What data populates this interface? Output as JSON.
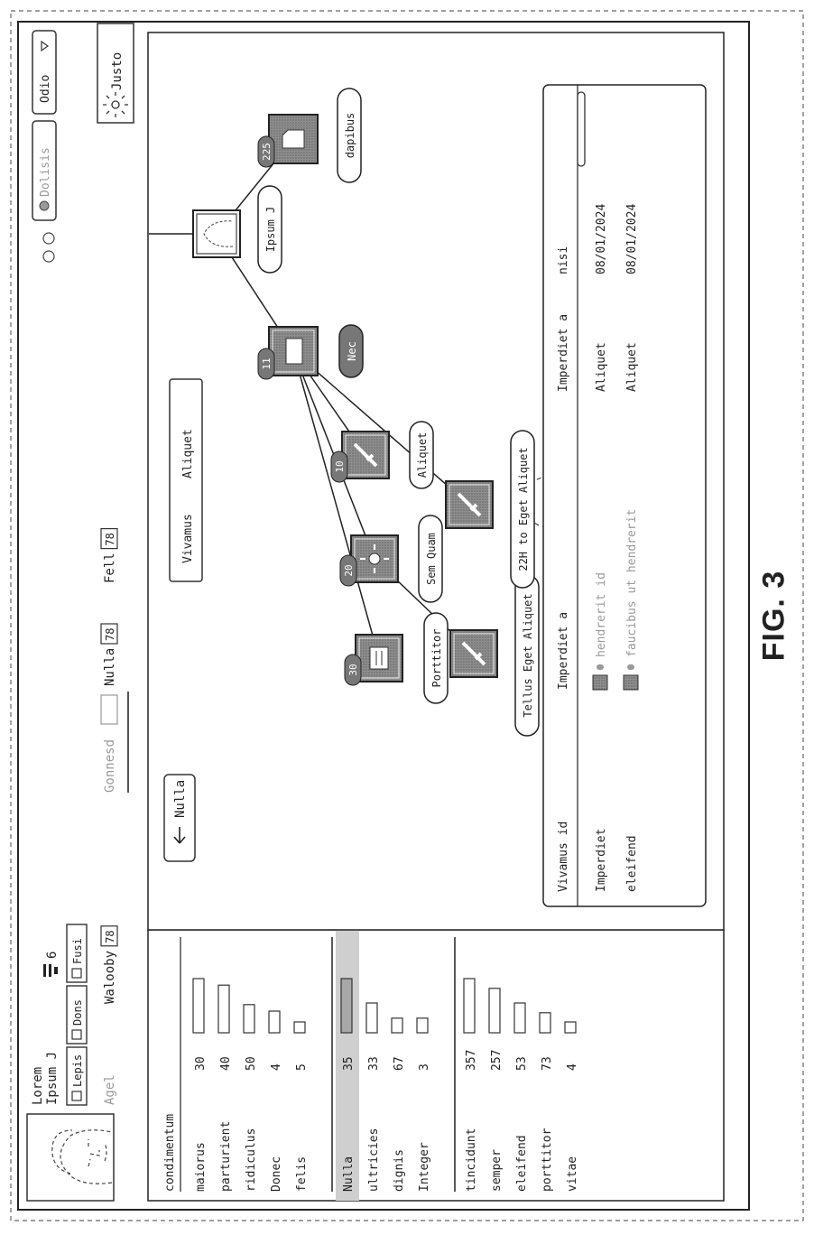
{
  "figure_label": "FIG. 3",
  "header": {
    "user_name_line1": "Lorem",
    "user_name_line2": "Ipsum J",
    "user_count": "6",
    "tabs": [
      "Agel",
      "Walooby 78",
      "Gonnesd",
      "Nulla 78",
      "Fell 78"
    ],
    "filters": [
      "Lepis",
      "Dons",
      "Fusi"
    ],
    "gear_label": "Dolisis",
    "select_label": "Odio"
  },
  "sidebar": {
    "title": "condimentum",
    "groups": [
      {
        "items": [
          {
            "label": "maiorus",
            "value": "30",
            "fraction": 1.0
          },
          {
            "label": "parturient",
            "value": "40",
            "fraction": 0.88
          },
          {
            "label": "ridiculus",
            "value": "50",
            "fraction": 0.52
          },
          {
            "label": "Donec",
            "value": "4",
            "fraction": 0.4
          },
          {
            "label": "felis",
            "value": "5",
            "fraction": 0.2
          }
        ]
      },
      {
        "items": [
          {
            "label": "Nulla",
            "value": "35",
            "fraction": 1.0,
            "selected": true
          },
          {
            "label": "ultricies",
            "value": "33",
            "fraction": 0.55
          },
          {
            "label": "dignis",
            "value": "67",
            "fraction": 0.27
          },
          {
            "label": "Integer",
            "value": "3",
            "fraction": 0.27
          }
        ]
      },
      {
        "items": [
          {
            "label": "tincidunt",
            "value": "357",
            "fraction": 1.0
          },
          {
            "label": "semper",
            "value": "257",
            "fraction": 0.82
          },
          {
            "label": "eleifend",
            "value": "53",
            "fraction": 0.55
          },
          {
            "label": "porttitor",
            "value": "73",
            "fraction": 0.37
          },
          {
            "label": "vitae",
            "value": "4",
            "fraction": 0.2
          }
        ]
      }
    ]
  },
  "main": {
    "back_label": "Nulla",
    "dropdown_label": "Vivamus",
    "dropdown_value": "Aliquet",
    "light_tab_label": "Justo",
    "graph_nodes": [
      {
        "id": "root",
        "label": "Ipsum J",
        "kind": "face"
      },
      {
        "id": "doc",
        "label": "dapibus",
        "badge": "225",
        "kind": "document"
      },
      {
        "id": "hub",
        "label": "Nec",
        "badge": "11",
        "kind": "folder"
      },
      {
        "id": "n10",
        "label": "Aliquet",
        "badge": "10",
        "kind": "syringe"
      },
      {
        "id": "sun",
        "label": "Sem Quam",
        "badge": "20",
        "kind": "sun"
      },
      {
        "id": "n30",
        "label": "Porttitor",
        "badge": "30",
        "kind": "device"
      },
      {
        "id": "s1",
        "label": "Tellus Eget Aliquet",
        "kind": "syringe"
      },
      {
        "id": "s2",
        "label": "22H to Eget Aliquet",
        "kind": "syringe"
      }
    ],
    "table": {
      "headers": [
        "Vivamus id",
        "Imperdiet a",
        "Imperdiet a",
        "nisi"
      ],
      "rows": [
        [
          "Imperdiet",
          "hendrerit id",
          "Aliquet",
          "08/01/2024"
        ],
        [
          "eleifend",
          "faucibus ut hendrerit",
          "Aliquet",
          "08/01/2024"
        ]
      ]
    }
  }
}
